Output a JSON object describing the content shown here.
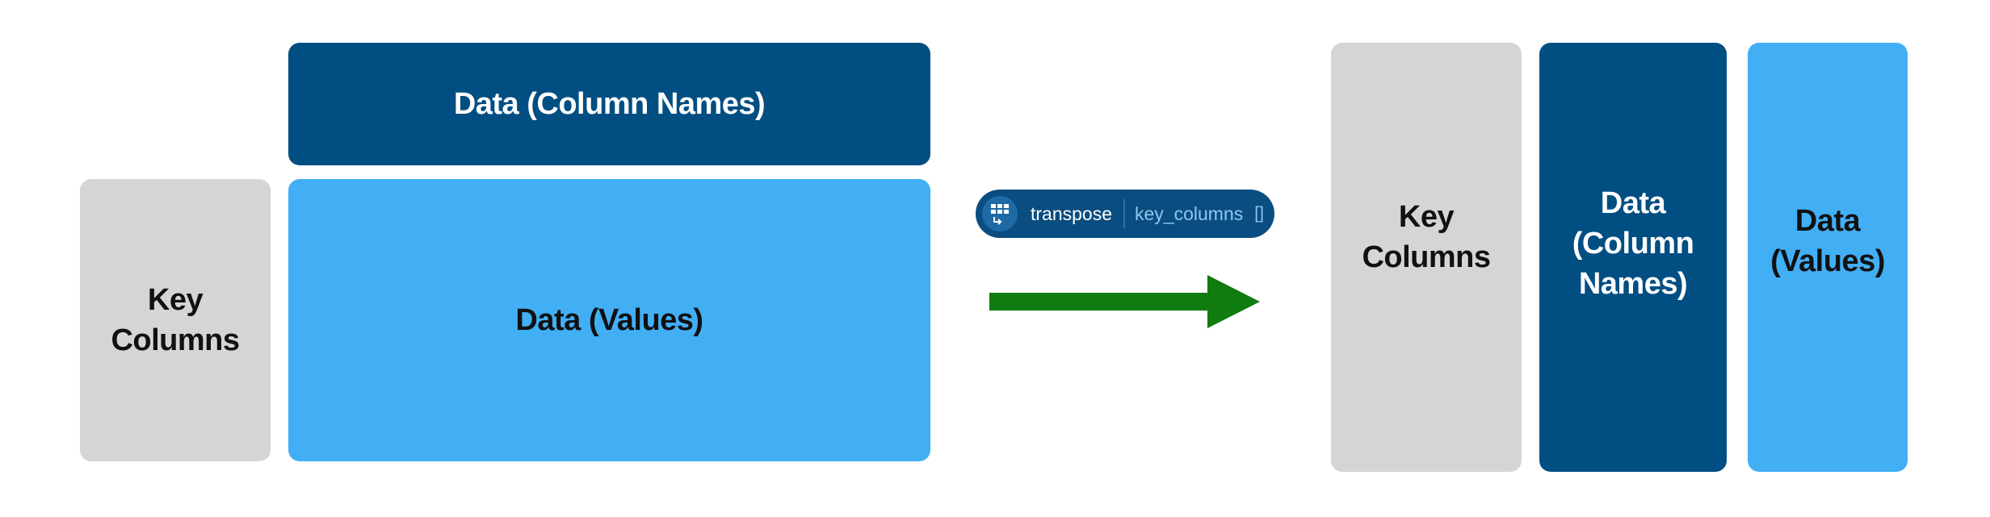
{
  "left": {
    "header_label": "Data (Column Names)",
    "key_label": "Key\nColumns",
    "values_label": "Data (Values)"
  },
  "operation": {
    "name": "transpose",
    "param_name": "key_columns",
    "param_value": "[]",
    "icon": "table-transpose-icon"
  },
  "arrow": {
    "icon": "right-arrow-icon",
    "color": "#107c10"
  },
  "right": {
    "key_label": "Key\nColumns",
    "names_label": "Data\n(Column\nNames)",
    "values_label": "Data\n(Values)"
  },
  "colors": {
    "gray": "#d5d5d5",
    "navy": "#004e82",
    "sky": "#42aff5",
    "pill": "#0a4d80",
    "arrow": "#107c10"
  }
}
